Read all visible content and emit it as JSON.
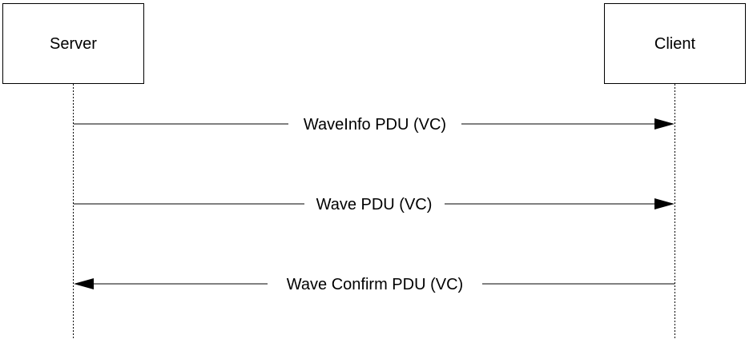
{
  "participants": [
    {
      "name": "Server"
    },
    {
      "name": "Client"
    }
  ],
  "messages": [
    {
      "label": "WaveInfo PDU (VC)",
      "from": "Server",
      "to": "Client"
    },
    {
      "label": "Wave PDU (VC)",
      "from": "Server",
      "to": "Client"
    },
    {
      "label": "Wave Confirm PDU (VC)",
      "from": "Client",
      "to": "Server"
    }
  ],
  "colors": {
    "line": "#000000",
    "background": "#ffffff"
  }
}
